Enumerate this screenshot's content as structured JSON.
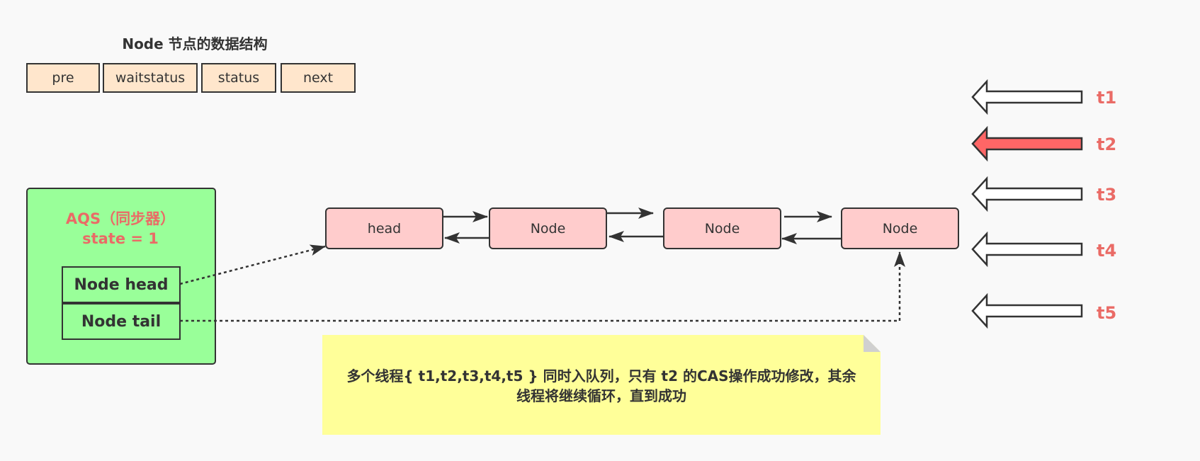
{
  "node_struct": {
    "title": "Node 节点的数据结构",
    "fields": [
      "pre",
      "waitstatus",
      "status",
      "next"
    ]
  },
  "aqs": {
    "title_line1": "AQS（同步器）",
    "title_line2": "state = 1",
    "head_label": "Node head",
    "tail_label": "Node tail"
  },
  "queue": {
    "nodes": [
      "head",
      "Node",
      "Node",
      "Node"
    ]
  },
  "threads": [
    {
      "label": "t1",
      "highlighted": false
    },
    {
      "label": "t2",
      "highlighted": true
    },
    {
      "label": "t3",
      "highlighted": false
    },
    {
      "label": "t4",
      "highlighted": false
    },
    {
      "label": "t5",
      "highlighted": false
    }
  ],
  "note": {
    "line1": "多个线程{ t1,t2,t3,t4,t5 } 同时入队列，只有 t2 的CAS操作成功修改，其余",
    "line2": "线程将继续循环，直到成功"
  },
  "colors": {
    "highlight_arrow": "#ff6666",
    "thread_label": "#ea6b66",
    "node_fill": "#ffcccc",
    "aqs_fill": "#99ff99",
    "field_fill": "#ffe6cc",
    "note_fill": "#ffff99"
  }
}
